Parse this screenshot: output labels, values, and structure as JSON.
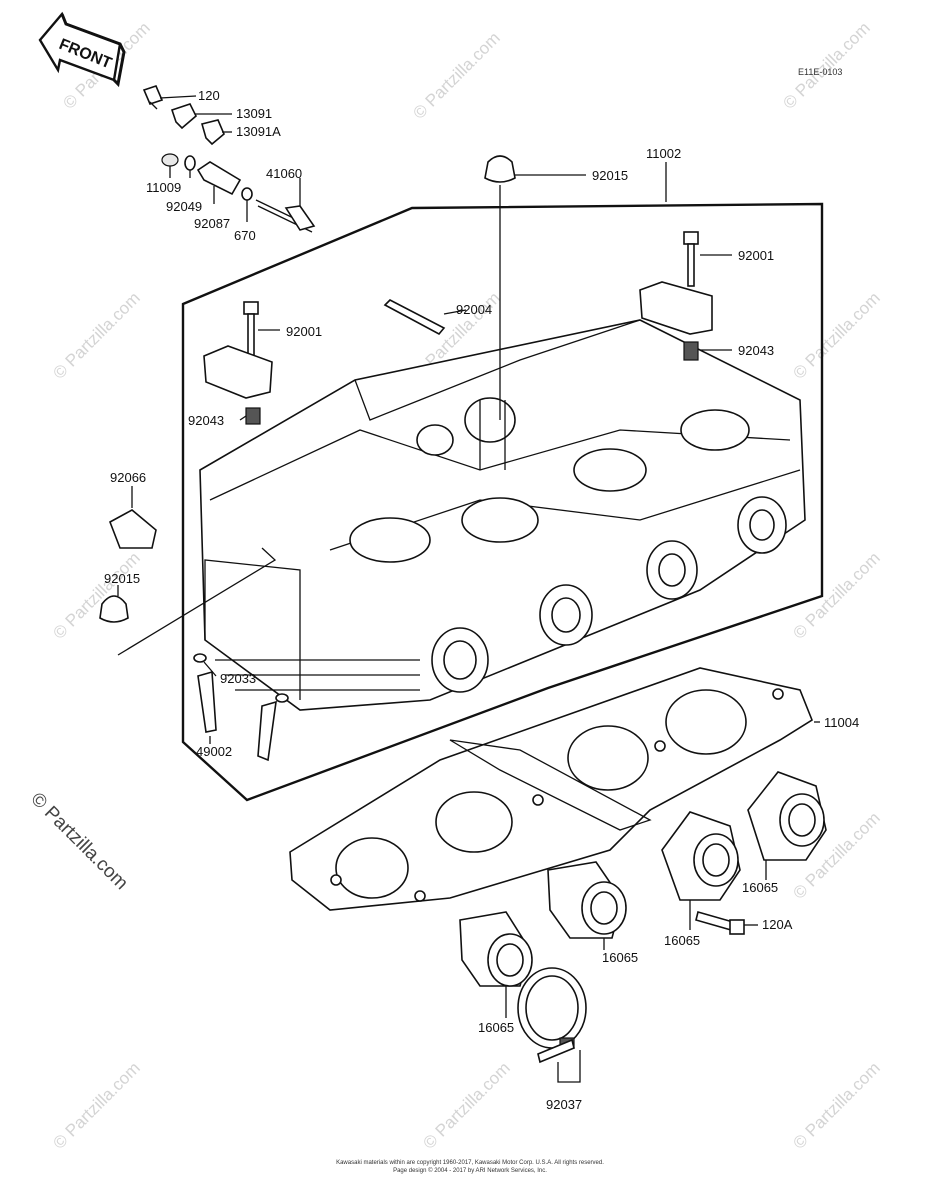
{
  "front_badge": "FRONT",
  "diagram_code": "E11E-0103",
  "watermark": "© Partzilla.com",
  "watermark_main": "© Partzilla.com",
  "parts": {
    "p120": "120",
    "p13091": "13091",
    "p13091a": "13091A",
    "p11009": "11009",
    "p92049": "92049",
    "p92087": "92087",
    "p670": "670",
    "p41060": "41060",
    "p92015_top": "92015",
    "p11002": "11002",
    "p92001_right": "92001",
    "p92004": "92004",
    "p92001_left": "92001",
    "p92043_right": "92043",
    "p92043_left": "92043",
    "p92066": "92066",
    "p92015_left": "92015",
    "p92033": "92033",
    "p49002": "49002",
    "p11004": "11004",
    "p16065_a": "16065",
    "p16065_b": "16065",
    "p16065_c": "16065",
    "p16065_d": "16065",
    "p120a": "120A",
    "p92037": "92037"
  },
  "footer": {
    "line1": "Kawasaki materials within are copyright 1960-2017, Kawasaki Motor Corp. U.S.A. All rights reserved.",
    "line2": "Page design © 2004 - 2017 by ARI Network Services, Inc."
  }
}
